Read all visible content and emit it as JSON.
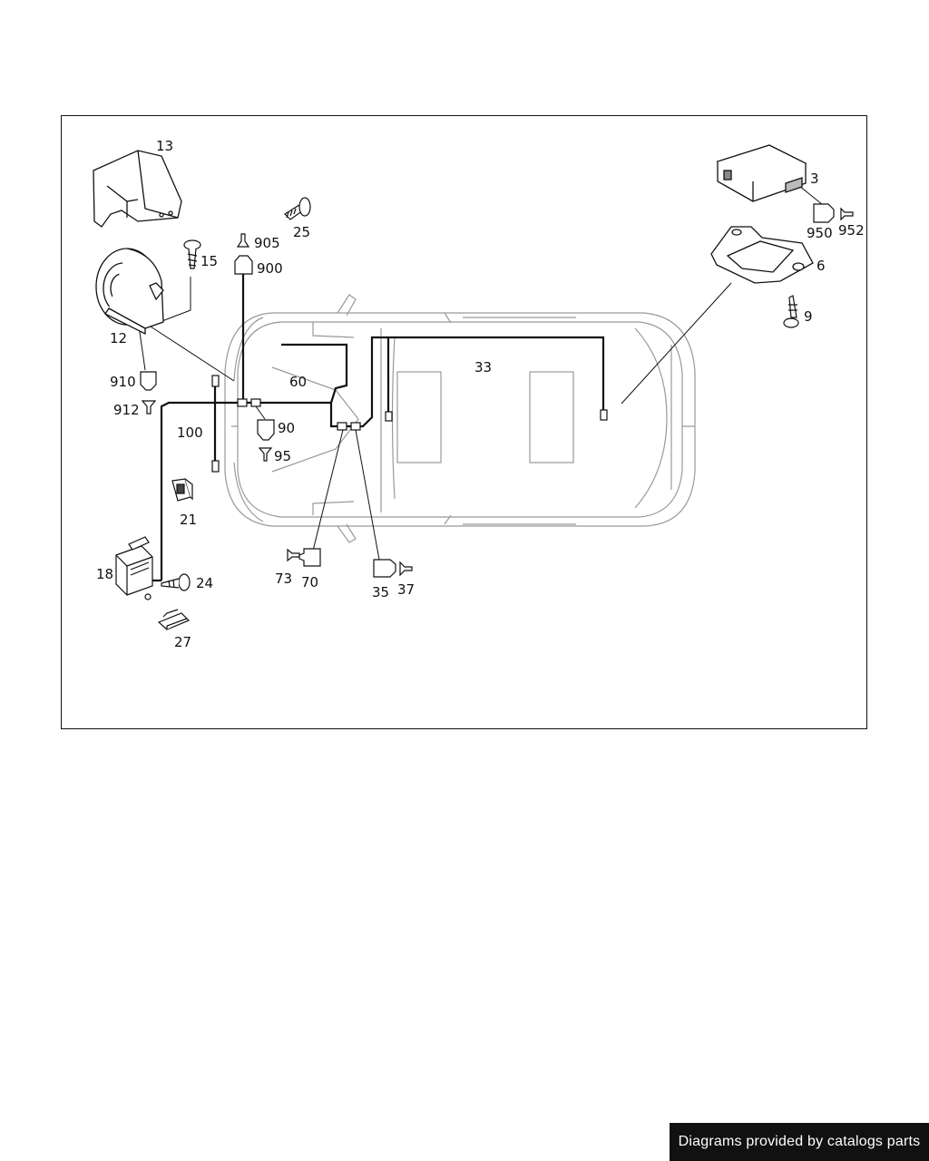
{
  "labels": {
    "p13": "13",
    "p3": "3",
    "p25": "25",
    "p905": "905",
    "p900": "900",
    "p15": "15",
    "p950": "950",
    "p952": "952",
    "p6": "6",
    "p9": "9",
    "p12": "12",
    "p33": "33",
    "p910": "910",
    "p60": "60",
    "p912": "912",
    "p90": "90",
    "p100": "100",
    "p95": "95",
    "p21": "21",
    "p18": "18",
    "p24": "24",
    "p73": "73",
    "p70": "70",
    "p35": "35",
    "p37": "37",
    "p27": "27"
  },
  "credit": "Diagrams provided by catalogs parts"
}
